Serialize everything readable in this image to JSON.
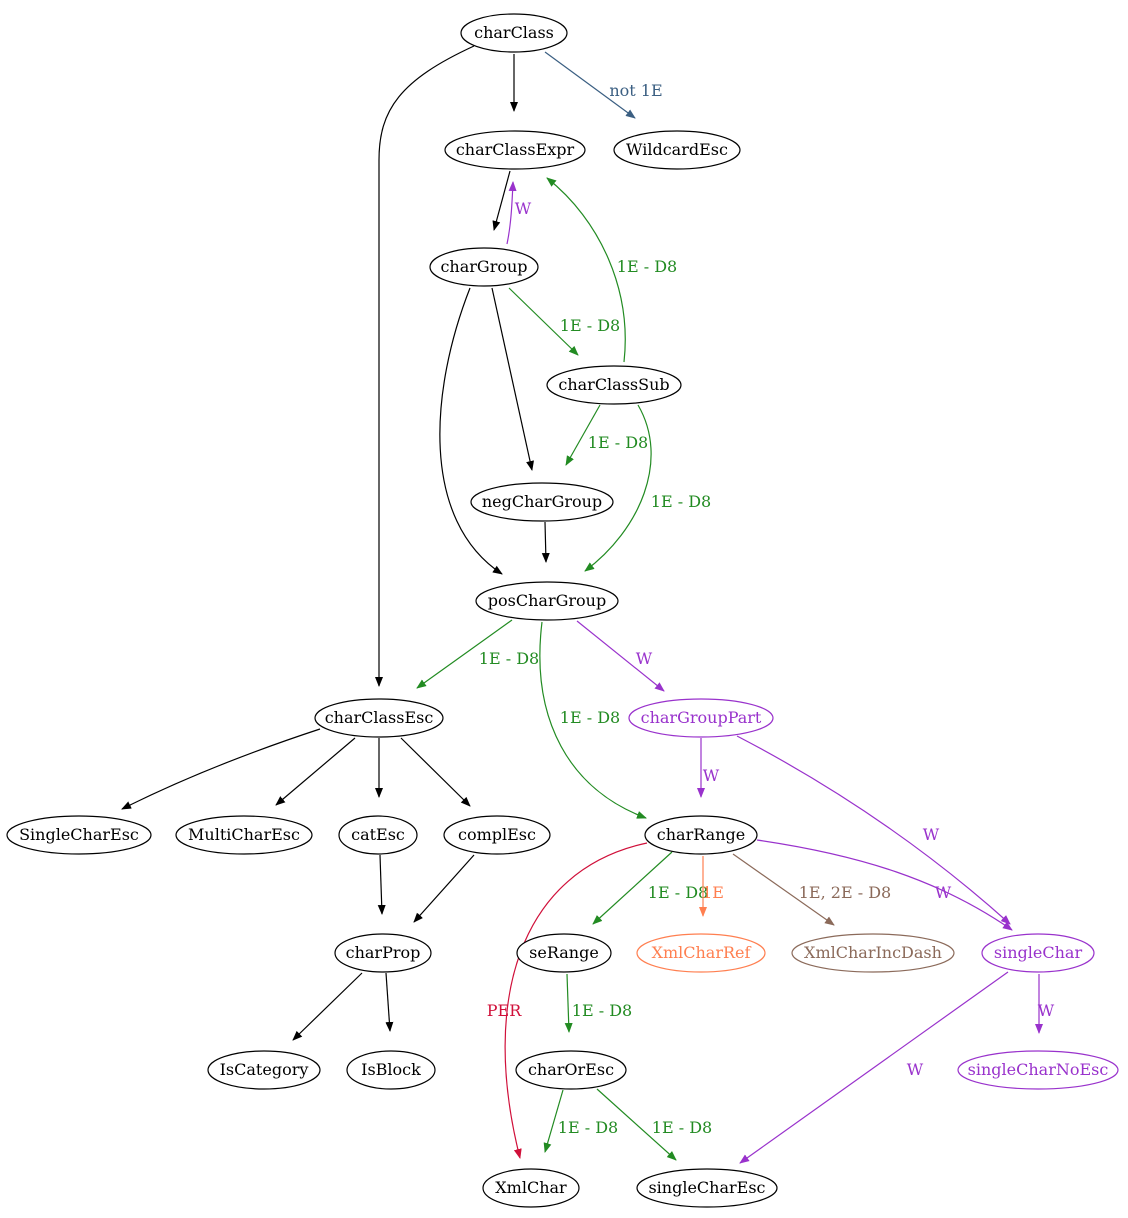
{
  "colors": {
    "black": "#000000",
    "blue": "#3b5f82",
    "green": "#228b22",
    "purple": "#9932cc",
    "orange": "#ff7f50",
    "brown": "#8b6a5a",
    "red": "#d0103a"
  },
  "nodes": [
    {
      "id": "charClass",
      "label": "charClass",
      "color": "black"
    },
    {
      "id": "charClassExpr",
      "label": "charClassExpr",
      "color": "black"
    },
    {
      "id": "WildcardEsc",
      "label": "WildcardEsc",
      "color": "black"
    },
    {
      "id": "charGroup",
      "label": "charGroup",
      "color": "black"
    },
    {
      "id": "charClassSub",
      "label": "charClassSub",
      "color": "black"
    },
    {
      "id": "negCharGroup",
      "label": "negCharGroup",
      "color": "black"
    },
    {
      "id": "posCharGroup",
      "label": "posCharGroup",
      "color": "black"
    },
    {
      "id": "charClassEsc",
      "label": "charClassEsc",
      "color": "black"
    },
    {
      "id": "charGroupPart",
      "label": "charGroupPart",
      "color": "purple"
    },
    {
      "id": "SingleCharEsc",
      "label": "SingleCharEsc",
      "color": "black"
    },
    {
      "id": "MultiCharEsc",
      "label": "MultiCharEsc",
      "color": "black"
    },
    {
      "id": "catEsc",
      "label": "catEsc",
      "color": "black"
    },
    {
      "id": "complEsc",
      "label": "complEsc",
      "color": "black"
    },
    {
      "id": "charRange",
      "label": "charRange",
      "color": "black"
    },
    {
      "id": "charProp",
      "label": "charProp",
      "color": "black"
    },
    {
      "id": "seRange",
      "label": "seRange",
      "color": "black"
    },
    {
      "id": "XmlCharRef",
      "label": "XmlCharRef",
      "color": "orange"
    },
    {
      "id": "XmlCharIncDash",
      "label": "XmlCharIncDash",
      "color": "brown"
    },
    {
      "id": "singleChar",
      "label": "singleChar",
      "color": "purple"
    },
    {
      "id": "IsCategory",
      "label": "IsCategory",
      "color": "black"
    },
    {
      "id": "IsBlock",
      "label": "IsBlock",
      "color": "black"
    },
    {
      "id": "charOrEsc",
      "label": "charOrEsc",
      "color": "black"
    },
    {
      "id": "singleCharNoEsc",
      "label": "singleCharNoEsc",
      "color": "purple"
    },
    {
      "id": "XmlChar",
      "label": "XmlChar",
      "color": "black"
    },
    {
      "id": "singleCharEsc",
      "label": "singleCharEsc",
      "color": "black"
    }
  ],
  "edges": [
    {
      "from": "charClass",
      "to": "charClassExpr",
      "label": "",
      "color": "black"
    },
    {
      "from": "charClass",
      "to": "WildcardEsc",
      "label": "not 1E",
      "color": "blue"
    },
    {
      "from": "charClass",
      "to": "charClassEsc",
      "label": "",
      "color": "black"
    },
    {
      "from": "charClassExpr",
      "to": "charGroup",
      "label": "",
      "color": "black"
    },
    {
      "from": "charGroup",
      "to": "charClassExpr",
      "label": "W",
      "color": "purple"
    },
    {
      "from": "charClassSub",
      "to": "charClassExpr",
      "label": "1E - D8",
      "color": "green"
    },
    {
      "from": "charGroup",
      "to": "charClassSub",
      "label": "1E - D8",
      "color": "green"
    },
    {
      "from": "charGroup",
      "to": "negCharGroup",
      "label": "",
      "color": "black"
    },
    {
      "from": "charGroup",
      "to": "posCharGroup",
      "label": "",
      "color": "black"
    },
    {
      "from": "charClassSub",
      "to": "negCharGroup",
      "label": "1E - D8",
      "color": "green"
    },
    {
      "from": "charClassSub",
      "to": "posCharGroup",
      "label": "1E - D8",
      "color": "green"
    },
    {
      "from": "negCharGroup",
      "to": "posCharGroup",
      "label": "",
      "color": "black"
    },
    {
      "from": "posCharGroup",
      "to": "charClassEsc",
      "label": "1E - D8",
      "color": "green"
    },
    {
      "from": "posCharGroup",
      "to": "charGroupPart",
      "label": "W",
      "color": "purple"
    },
    {
      "from": "posCharGroup",
      "to": "charRange",
      "label": "1E - D8",
      "color": "green"
    },
    {
      "from": "charGroupPart",
      "to": "charRange",
      "label": "W",
      "color": "purple"
    },
    {
      "from": "charGroupPart",
      "to": "singleChar",
      "label": "W",
      "color": "purple"
    },
    {
      "from": "charClassEsc",
      "to": "SingleCharEsc",
      "label": "",
      "color": "black"
    },
    {
      "from": "charClassEsc",
      "to": "MultiCharEsc",
      "label": "",
      "color": "black"
    },
    {
      "from": "charClassEsc",
      "to": "catEsc",
      "label": "",
      "color": "black"
    },
    {
      "from": "charClassEsc",
      "to": "complEsc",
      "label": "",
      "color": "black"
    },
    {
      "from": "catEsc",
      "to": "charProp",
      "label": "",
      "color": "black"
    },
    {
      "from": "complEsc",
      "to": "charProp",
      "label": "",
      "color": "black"
    },
    {
      "from": "charProp",
      "to": "IsCategory",
      "label": "",
      "color": "black"
    },
    {
      "from": "charProp",
      "to": "IsBlock",
      "label": "",
      "color": "black"
    },
    {
      "from": "charRange",
      "to": "seRange",
      "label": "1E - D8",
      "color": "green"
    },
    {
      "from": "charRange",
      "to": "XmlCharRef",
      "label": "1E",
      "color": "orange"
    },
    {
      "from": "charRange",
      "to": "XmlCharIncDash",
      "label": "1E, 2E - D8",
      "color": "brown"
    },
    {
      "from": "charRange",
      "to": "singleChar",
      "label": "W",
      "color": "purple"
    },
    {
      "from": "charRange",
      "to": "XmlChar",
      "label": "PER",
      "color": "red"
    },
    {
      "from": "seRange",
      "to": "charOrEsc",
      "label": "1E - D8",
      "color": "green"
    },
    {
      "from": "charOrEsc",
      "to": "XmlChar",
      "label": "1E - D8",
      "color": "green"
    },
    {
      "from": "charOrEsc",
      "to": "singleCharEsc",
      "label": "1E - D8",
      "color": "green"
    },
    {
      "from": "singleChar",
      "to": "singleCharNoEsc",
      "label": "W",
      "color": "purple"
    },
    {
      "from": "singleChar",
      "to": "singleCharEsc",
      "label": "W",
      "color": "purple"
    }
  ]
}
